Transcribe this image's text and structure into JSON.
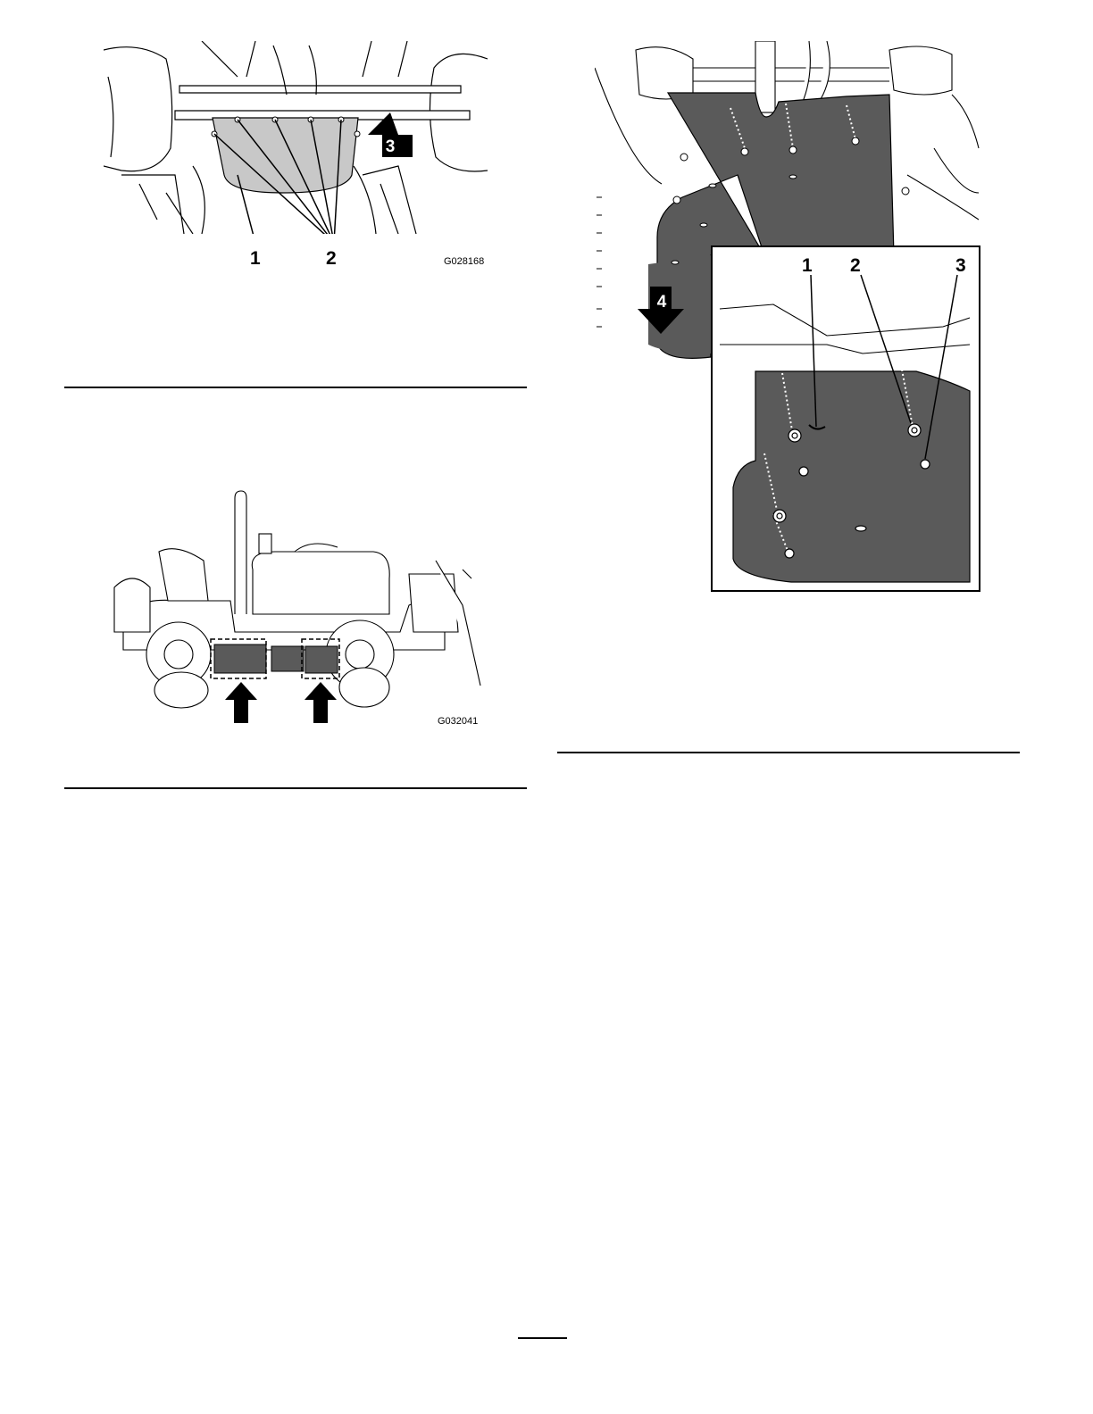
{
  "figure_top_left": {
    "callouts": [
      "1",
      "2"
    ],
    "arrow_label": "3",
    "figure_id": "G028168"
  },
  "figure_mid_left": {
    "figure_id": "G032041"
  },
  "figure_right": {
    "callouts": [
      "1",
      "2",
      "3"
    ],
    "arrow_label": "4"
  },
  "colors": {
    "panel_fill": "#5a5a5a",
    "light_panel_fill": "#c8c8c8",
    "line": "#000000"
  },
  "icons": [
    "up-arrow-icon",
    "down-arrow-icon"
  ]
}
